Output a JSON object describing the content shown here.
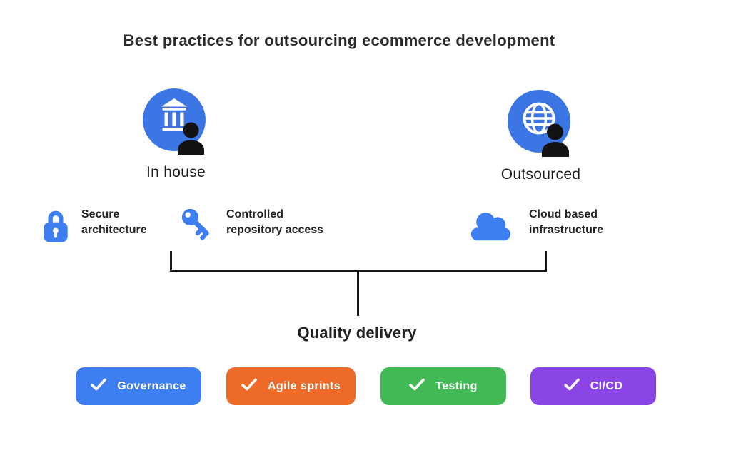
{
  "title": "Best practices for outsourcing ecommerce development",
  "groups": [
    {
      "label": "In house",
      "icon": "bank-person-icon"
    },
    {
      "label": "Outsourced",
      "icon": "globe-person-icon"
    }
  ],
  "features": [
    {
      "icon": "lock-icon",
      "line1": "Secure",
      "line2": "architecture"
    },
    {
      "icon": "key-icon",
      "line1": "Controlled",
      "line2": "repository access"
    },
    {
      "icon": "cloud-icon",
      "line1": "Cloud based",
      "line2": "infrastructure"
    }
  ],
  "outcome": {
    "label": "Quality delivery"
  },
  "badges": [
    {
      "label": "Governance",
      "icon": "check-icon",
      "color": "#3d7ef0"
    },
    {
      "label": "Agile sprints",
      "icon": "check-icon",
      "color": "#ee6a28"
    },
    {
      "label": "Testing",
      "icon": "check-icon",
      "color": "#41ba55"
    },
    {
      "label": "CI/CD",
      "icon": "check-icon",
      "color": "#8a45e4"
    }
  ],
  "colors": {
    "icon_circle_blue": "#3b76e4",
    "icon_blue": "#3d7ef0",
    "accent_blue": "#3d7ef0",
    "accent_orange": "#ee6a28",
    "accent_green": "#41ba55",
    "accent_purple": "#8a45e4",
    "connector_black": "#161616",
    "text_dark": "#2b2b2b",
    "background": "#ffffff"
  }
}
